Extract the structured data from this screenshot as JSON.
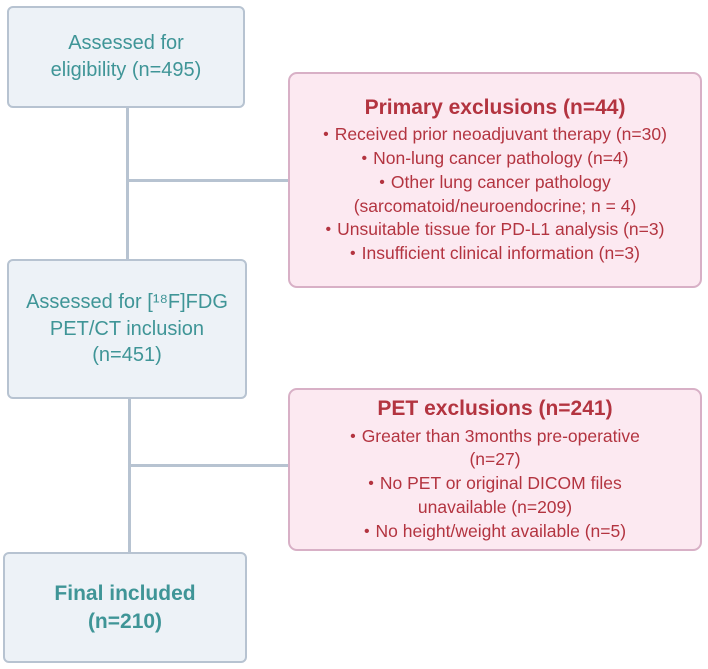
{
  "palette": {
    "teal_text": "#3f9597",
    "blue_box_bg": "#edf2f7",
    "blue_box_border": "#b7c3d1",
    "pink_box_bg": "#fce9f1",
    "pink_box_border": "#d8b0c6",
    "red_text": "#b33440",
    "connector": "#b7c3d1"
  },
  "flow": {
    "eligibility": {
      "text": "Assessed for\neligibility (n=495)"
    },
    "primary_exclusions": {
      "title": "Primary exclusions (n=44)",
      "items": [
        "Received prior neoadjuvant therapy (n=30)",
        "Non-lung cancer pathology (n=4)",
        "Other lung cancer pathology\n(sarcomatoid/neuroendocrine; n = 4)",
        "Unsuitable tissue for PD-L1 analysis (n=3)",
        "Insufficient clinical information (n=3)"
      ]
    },
    "pet_inclusion": {
      "text": "Assessed for [¹⁸F]FDG\nPET/CT inclusion\n(n=451)"
    },
    "pet_exclusions": {
      "title": "PET exclusions (n=241)",
      "items": [
        "Greater than 3months pre-operative\n(n=27)",
        "No PET or original DICOM files\nunavailable (n=209)",
        "No height/weight available (n=5)"
      ]
    },
    "final_included": {
      "text": "Final included\n(n=210)"
    }
  }
}
